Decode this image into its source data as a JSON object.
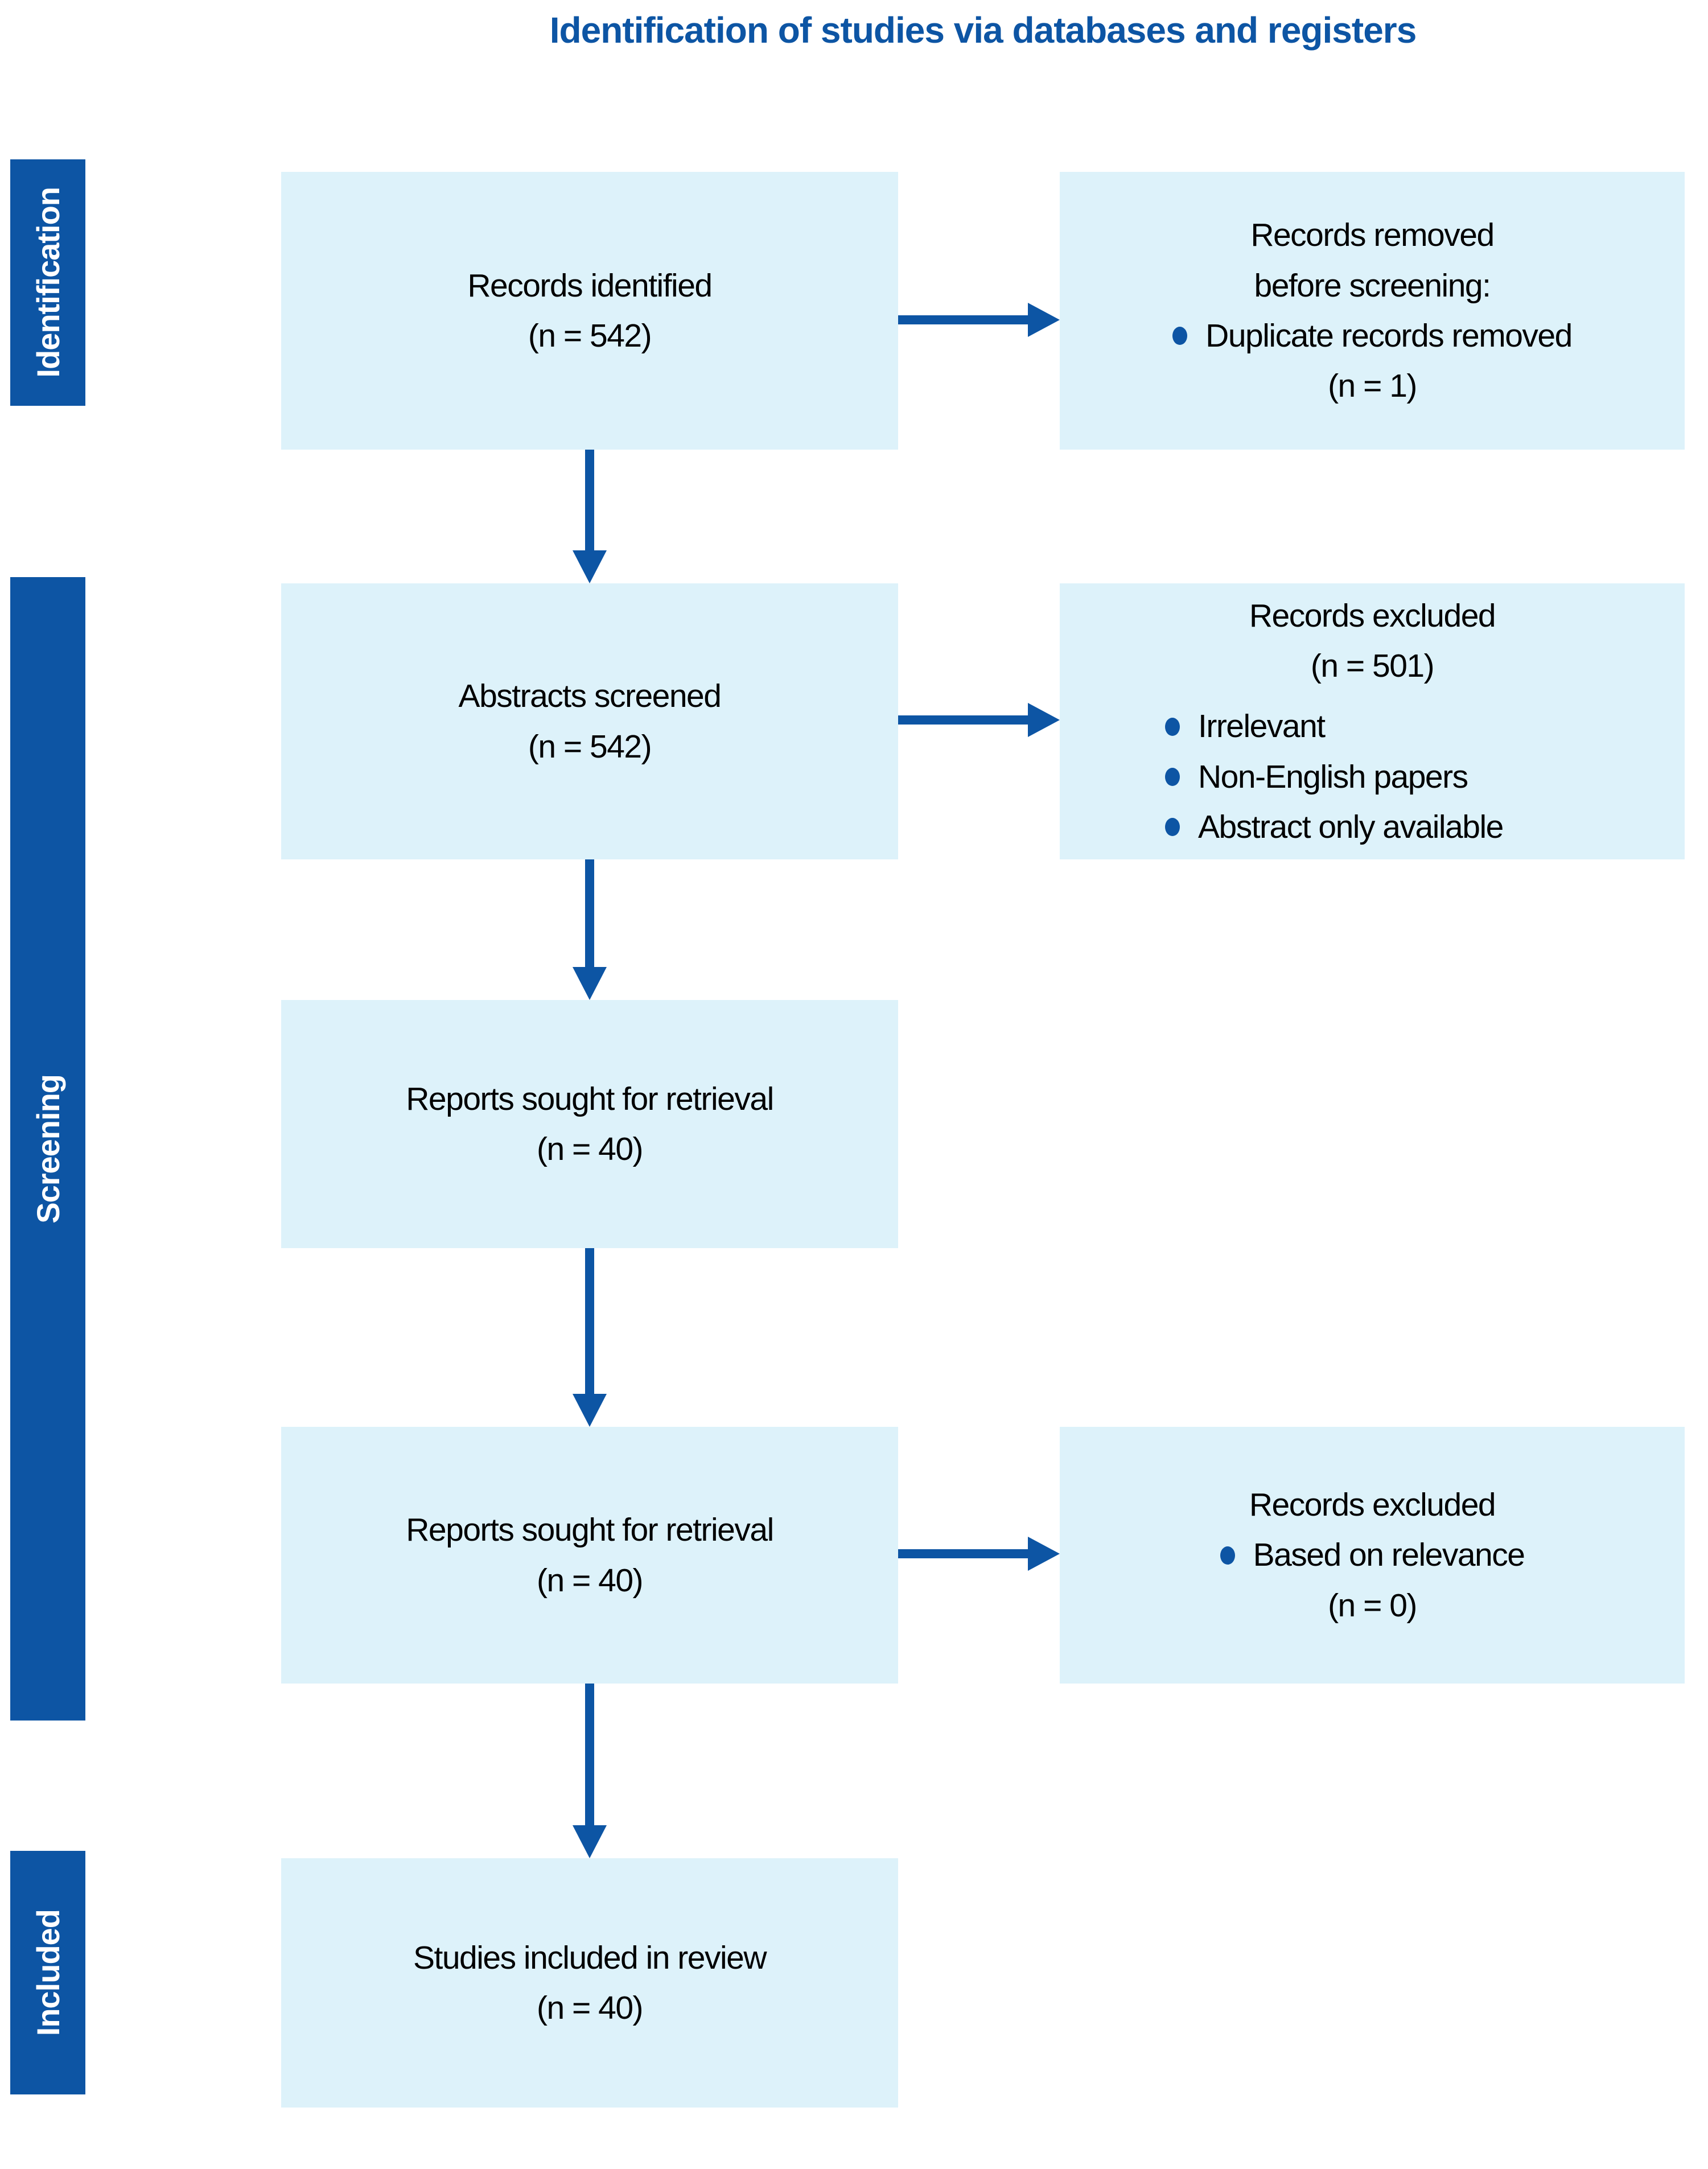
{
  "title": "Identification of studies via databases and registers",
  "colors": {
    "accent_blue": "#0d55a4",
    "box_fill": "#ddf2fa",
    "text": "#000000",
    "sidebar_text": "#ffffff"
  },
  "sidebar": {
    "identification": "Identification",
    "screening": "Screening",
    "included": "Included"
  },
  "boxes": {
    "records_identified": {
      "line1": "Records identified",
      "line2": "(n = 542)"
    },
    "records_removed": {
      "line1": "Records removed",
      "line2": "before screening:",
      "bullet1": "Duplicate records removed",
      "line3": "(n = 1)"
    },
    "abstracts_screened": {
      "line1": "Abstracts screened",
      "line2": "(n = 542)"
    },
    "records_excluded_screening": {
      "line1": "Records excluded",
      "line2": "(n = 501)",
      "bullet1": "Irrelevant",
      "bullet2": "Non-English papers",
      "bullet3": "Abstract only available"
    },
    "reports_sought_1": {
      "line1": "Reports sought for retrieval",
      "line2": "(n = 40)"
    },
    "reports_sought_2": {
      "line1": "Reports sought for retrieval",
      "line2": "(n = 40)"
    },
    "records_excluded_relevance": {
      "line1": "Records excluded",
      "bullet1": "Based on relevance",
      "line2": "(n = 0)"
    },
    "studies_included": {
      "line1": "Studies included in review",
      "line2": "(n = 40)"
    }
  }
}
